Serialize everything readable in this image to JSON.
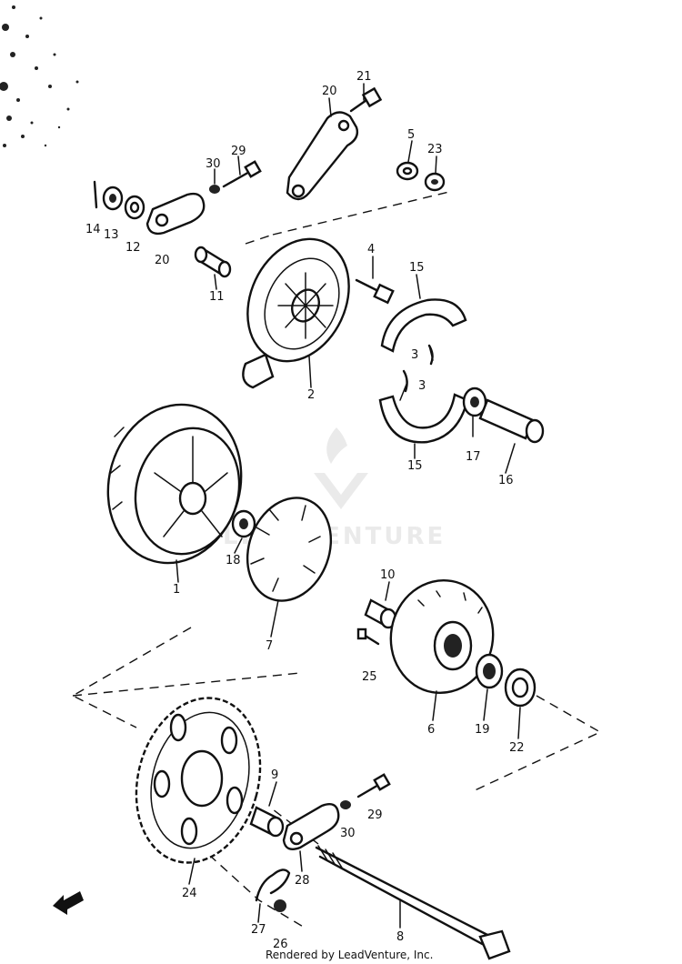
{
  "watermark": "LEADVENTURE",
  "credit": "Rendered by LeadVenture, Inc.",
  "callouts": [
    {
      "id": "21",
      "text": "21"
    },
    {
      "id": "20a",
      "text": "20"
    },
    {
      "id": "5",
      "text": "5"
    },
    {
      "id": "23",
      "text": "23"
    },
    {
      "id": "30a",
      "text": "30"
    },
    {
      "id": "29a",
      "text": "29"
    },
    {
      "id": "14",
      "text": "14"
    },
    {
      "id": "13",
      "text": "13"
    },
    {
      "id": "12",
      "text": "12"
    },
    {
      "id": "20b",
      "text": "20"
    },
    {
      "id": "11",
      "text": "11"
    },
    {
      "id": "4",
      "text": "4"
    },
    {
      "id": "15a",
      "text": "15"
    },
    {
      "id": "3a",
      "text": "3"
    },
    {
      "id": "3b",
      "text": "3"
    },
    {
      "id": "2",
      "text": "2"
    },
    {
      "id": "17",
      "text": "17"
    },
    {
      "id": "16",
      "text": "16"
    },
    {
      "id": "15b",
      "text": "15"
    },
    {
      "id": "18",
      "text": "18"
    },
    {
      "id": "1",
      "text": "1"
    },
    {
      "id": "7",
      "text": "7"
    },
    {
      "id": "10",
      "text": "10"
    },
    {
      "id": "25",
      "text": "25"
    },
    {
      "id": "6",
      "text": "6"
    },
    {
      "id": "19",
      "text": "19"
    },
    {
      "id": "22",
      "text": "22"
    },
    {
      "id": "9",
      "text": "9"
    },
    {
      "id": "29b",
      "text": "29"
    },
    {
      "id": "30b",
      "text": "30"
    },
    {
      "id": "28",
      "text": "28"
    },
    {
      "id": "24",
      "text": "24"
    },
    {
      "id": "27",
      "text": "27"
    },
    {
      "id": "26",
      "text": "26"
    },
    {
      "id": "8",
      "text": "8"
    }
  ]
}
